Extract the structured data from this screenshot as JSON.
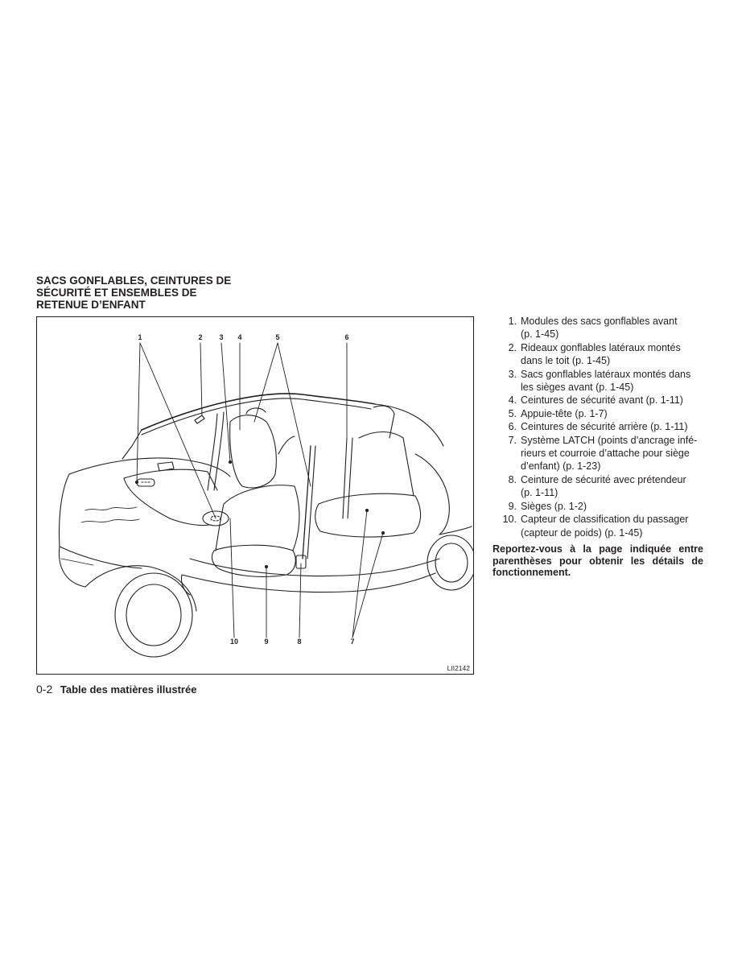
{
  "section": {
    "title_lines": [
      "SACS GONFLABLES, CEINTURES DE",
      "SÉCURITÉ ET ENSEMBLES DE",
      "RETENUE D’ENFANT"
    ]
  },
  "figure": {
    "code": "LII2142",
    "callouts": [
      "1",
      "2",
      "3",
      "4",
      "5",
      "6",
      "10",
      "9",
      "8",
      "7"
    ]
  },
  "legend": [
    {
      "num": "1.",
      "lines": [
        "Modules des sacs gonflables avant",
        "(p. 1-45)"
      ]
    },
    {
      "num": "2.",
      "lines": [
        "Rideaux gonflables latéraux montés",
        "dans le toit (p. 1-45)"
      ]
    },
    {
      "num": "3.",
      "lines": [
        "Sacs gonflables latéraux montés dans",
        "les sièges avant (p. 1-45)"
      ]
    },
    {
      "num": "4.",
      "lines": [
        "Ceintures de sécurité avant (p. 1-11)"
      ]
    },
    {
      "num": "5.",
      "lines": [
        "Appuie-tête (p. 1-7)"
      ]
    },
    {
      "num": "6.",
      "lines": [
        "Ceintures de sécurité arrière (p. 1-11)"
      ]
    },
    {
      "num": "7.",
      "lines": [
        "Système LATCH (points d’ancrage infé-",
        "rieurs et courroie d’attache pour siège",
        "d’enfant) (p. 1-23)"
      ]
    },
    {
      "num": "8.",
      "lines": [
        "Ceinture de sécurité avec prétendeur",
        "(p. 1-11)"
      ]
    },
    {
      "num": "9.",
      "lines": [
        "Sièges (p. 1-2)"
      ]
    },
    {
      "num": "10.",
      "lines": [
        "Capteur de classification du passager",
        "(capteur de poids) (p. 1-45)"
      ]
    }
  ],
  "note_lines": [
    "Reportez-vous à la page indiquée entre",
    "parenthèses pour obtenir les détails de",
    "fonctionnement."
  ],
  "footer": {
    "page_number": "0-2",
    "page_title": "Table des matières illustrée"
  }
}
